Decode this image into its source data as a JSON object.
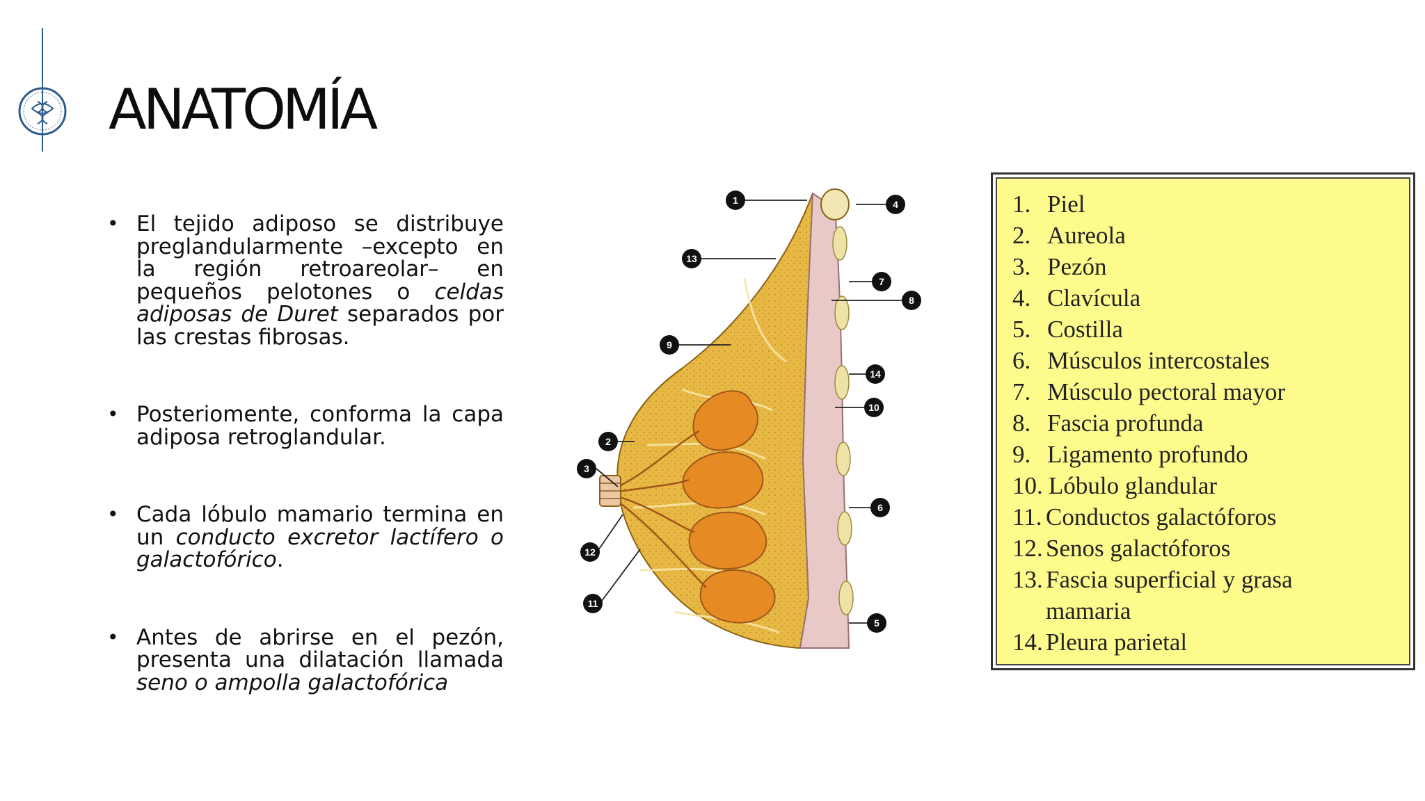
{
  "slide": {
    "title": "ANATOMÍA",
    "bullets": [
      [
        {
          "t": "El tejido adiposo se distribuye preglandularmente –excepto en la región retroareolar– en pequeños pelotones o "
        },
        {
          "t": "celdas adiposas de Duret",
          "i": true
        },
        {
          "t": " separados por las crestas fibrosas."
        }
      ],
      [
        {
          "t": "Posteriomente, conforma la capa adiposa retroglandular."
        }
      ],
      [
        {
          "t": "Cada lóbulo mamario termina en un "
        },
        {
          "t": "conducto excretor lactífero o galactofórico",
          "i": true
        },
        {
          "t": "."
        }
      ],
      [
        {
          "t": "Antes de abrirse en el pezón, presenta una dilatación llamada "
        },
        {
          "t": "seno o ampolla galactofórica",
          "i": true
        }
      ]
    ]
  },
  "legend": {
    "items": [
      {
        "num": "1.",
        "label": "Piel"
      },
      {
        "num": "2.",
        "label": "Aureola"
      },
      {
        "num": "3.",
        "label": "Pezón"
      },
      {
        "num": "4.",
        "label": "Clavícula"
      },
      {
        "num": "5.",
        "label": "Costilla"
      },
      {
        "num": "6.",
        "label": "Músculos intercostales"
      },
      {
        "num": "7.",
        "label": "Músculo pectoral mayor"
      },
      {
        "num": "8.",
        "label": "Fascia profunda"
      },
      {
        "num": "9.",
        "label": "Ligamento profundo"
      },
      {
        "num": "10.",
        "label": "Lóbulo glandular"
      },
      {
        "num": "11.",
        "label": "Conductos galactóforos"
      },
      {
        "num": "12.",
        "label": "Senos galactóforos"
      },
      {
        "num": "13.",
        "label": "Fascia superficial y grasa mamaria"
      },
      {
        "num": "14.",
        "label": "Pleura parietal"
      }
    ]
  },
  "diagram": {
    "markers": [
      "1",
      "2",
      "3",
      "4",
      "5",
      "6",
      "7",
      "8",
      "9",
      "10",
      "11",
      "12",
      "13",
      "14"
    ]
  },
  "colors": {
    "fat": "#e8b845",
    "lobule": "#e68a23",
    "muscle": "#e9c8c8",
    "legend_bg": "#fdfb8c"
  }
}
